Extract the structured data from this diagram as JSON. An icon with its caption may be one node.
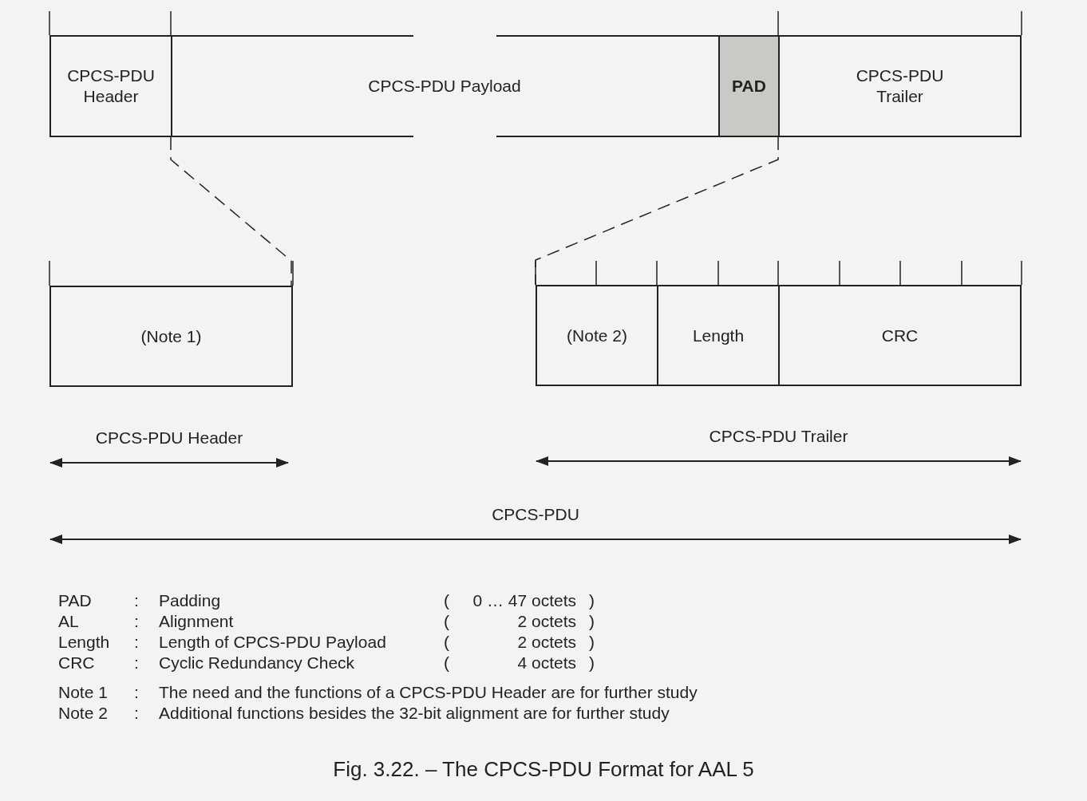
{
  "diagram": {
    "caption": "Fig. 3.22. – The CPCS-PDU Format for AAL 5",
    "nodes": [
      {
        "text": [
          "CPCS-PDU Header"
        ]
      },
      {
        "text": [
          "CPCS-PDU Payload"
        ]
      },
      {
        "text": [
          "PAD"
        ]
      },
      {
        "text": [
          "CPCS-PDU Trailer"
        ]
      },
      {
        "text": [
          "(Note 1)"
        ]
      },
      {
        "text": [
          "(Note 2)"
        ]
      },
      {
        "text": [
          "Length"
        ]
      },
      {
        "text": [
          "CRC"
        ]
      }
    ],
    "edges": [
      {
        "from": 0,
        "to": 4,
        "arrow": "none",
        "style": "dashed"
      },
      {
        "from": 3,
        "to": 5,
        "arrow": "none",
        "style": "dashed"
      }
    ],
    "labels": [
      "CPCS-PDU Header",
      "CPCS-PDU Trailer",
      "CPCS-PDU",
      "PAD",
      ":",
      "Padding",
      "(",
      "0 … 47 octets",
      ")",
      "AL",
      ":",
      "Alignment",
      "(",
      "2 octets",
      ")",
      "Length",
      ":",
      "Length of CPCS-PDU Payload",
      "(",
      "2 octets",
      ")",
      "CRC",
      ":",
      "Cyclic Redundancy Check",
      "(",
      "4 octets",
      ")",
      "Note 1",
      ":",
      "The need and the functions of a CPCS-PDU Header are for further study",
      "Note 2",
      ":",
      "Additional functions besides the 32-bit alignment are for further study"
    ]
  }
}
